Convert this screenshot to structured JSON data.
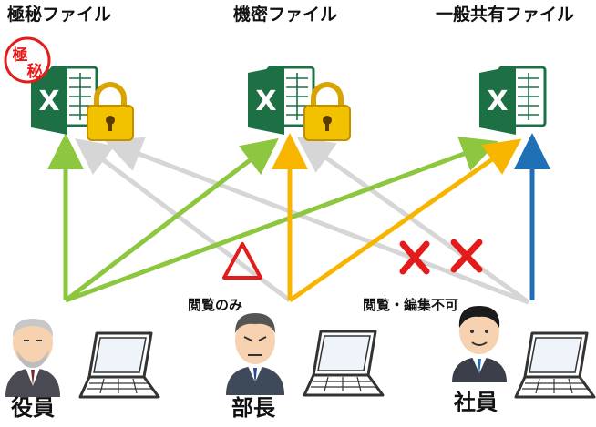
{
  "files": {
    "top_secret": {
      "title": "極秘ファイル",
      "stamp_top": "極",
      "stamp_bottom": "秘",
      "icon": "excel-icon",
      "locked": true
    },
    "confidential": {
      "title": "機密ファイル",
      "icon": "excel-icon",
      "locked": true
    },
    "general": {
      "title": "一般共有ファイル",
      "icon": "excel-icon",
      "locked": false
    }
  },
  "roles": {
    "executive": {
      "label": "役員"
    },
    "manager": {
      "label": "部長"
    },
    "employee": {
      "label": "社員"
    }
  },
  "notes": {
    "view_only": "閲覧のみ",
    "no_view_edit": "閲覧・編集不可",
    "triangle_mark": "triangle-icon",
    "cross_mark": "cross-icon"
  },
  "colors": {
    "executive_arrow": "#8dc63f",
    "manager_arrow": "#f7b500",
    "employee_arrow": "#1f6fb5",
    "denied_arrow": "#d6d6d6",
    "excel_green": "#1d7044",
    "lock_gold": "#f2c200",
    "mark_red": "#e41b1b"
  }
}
